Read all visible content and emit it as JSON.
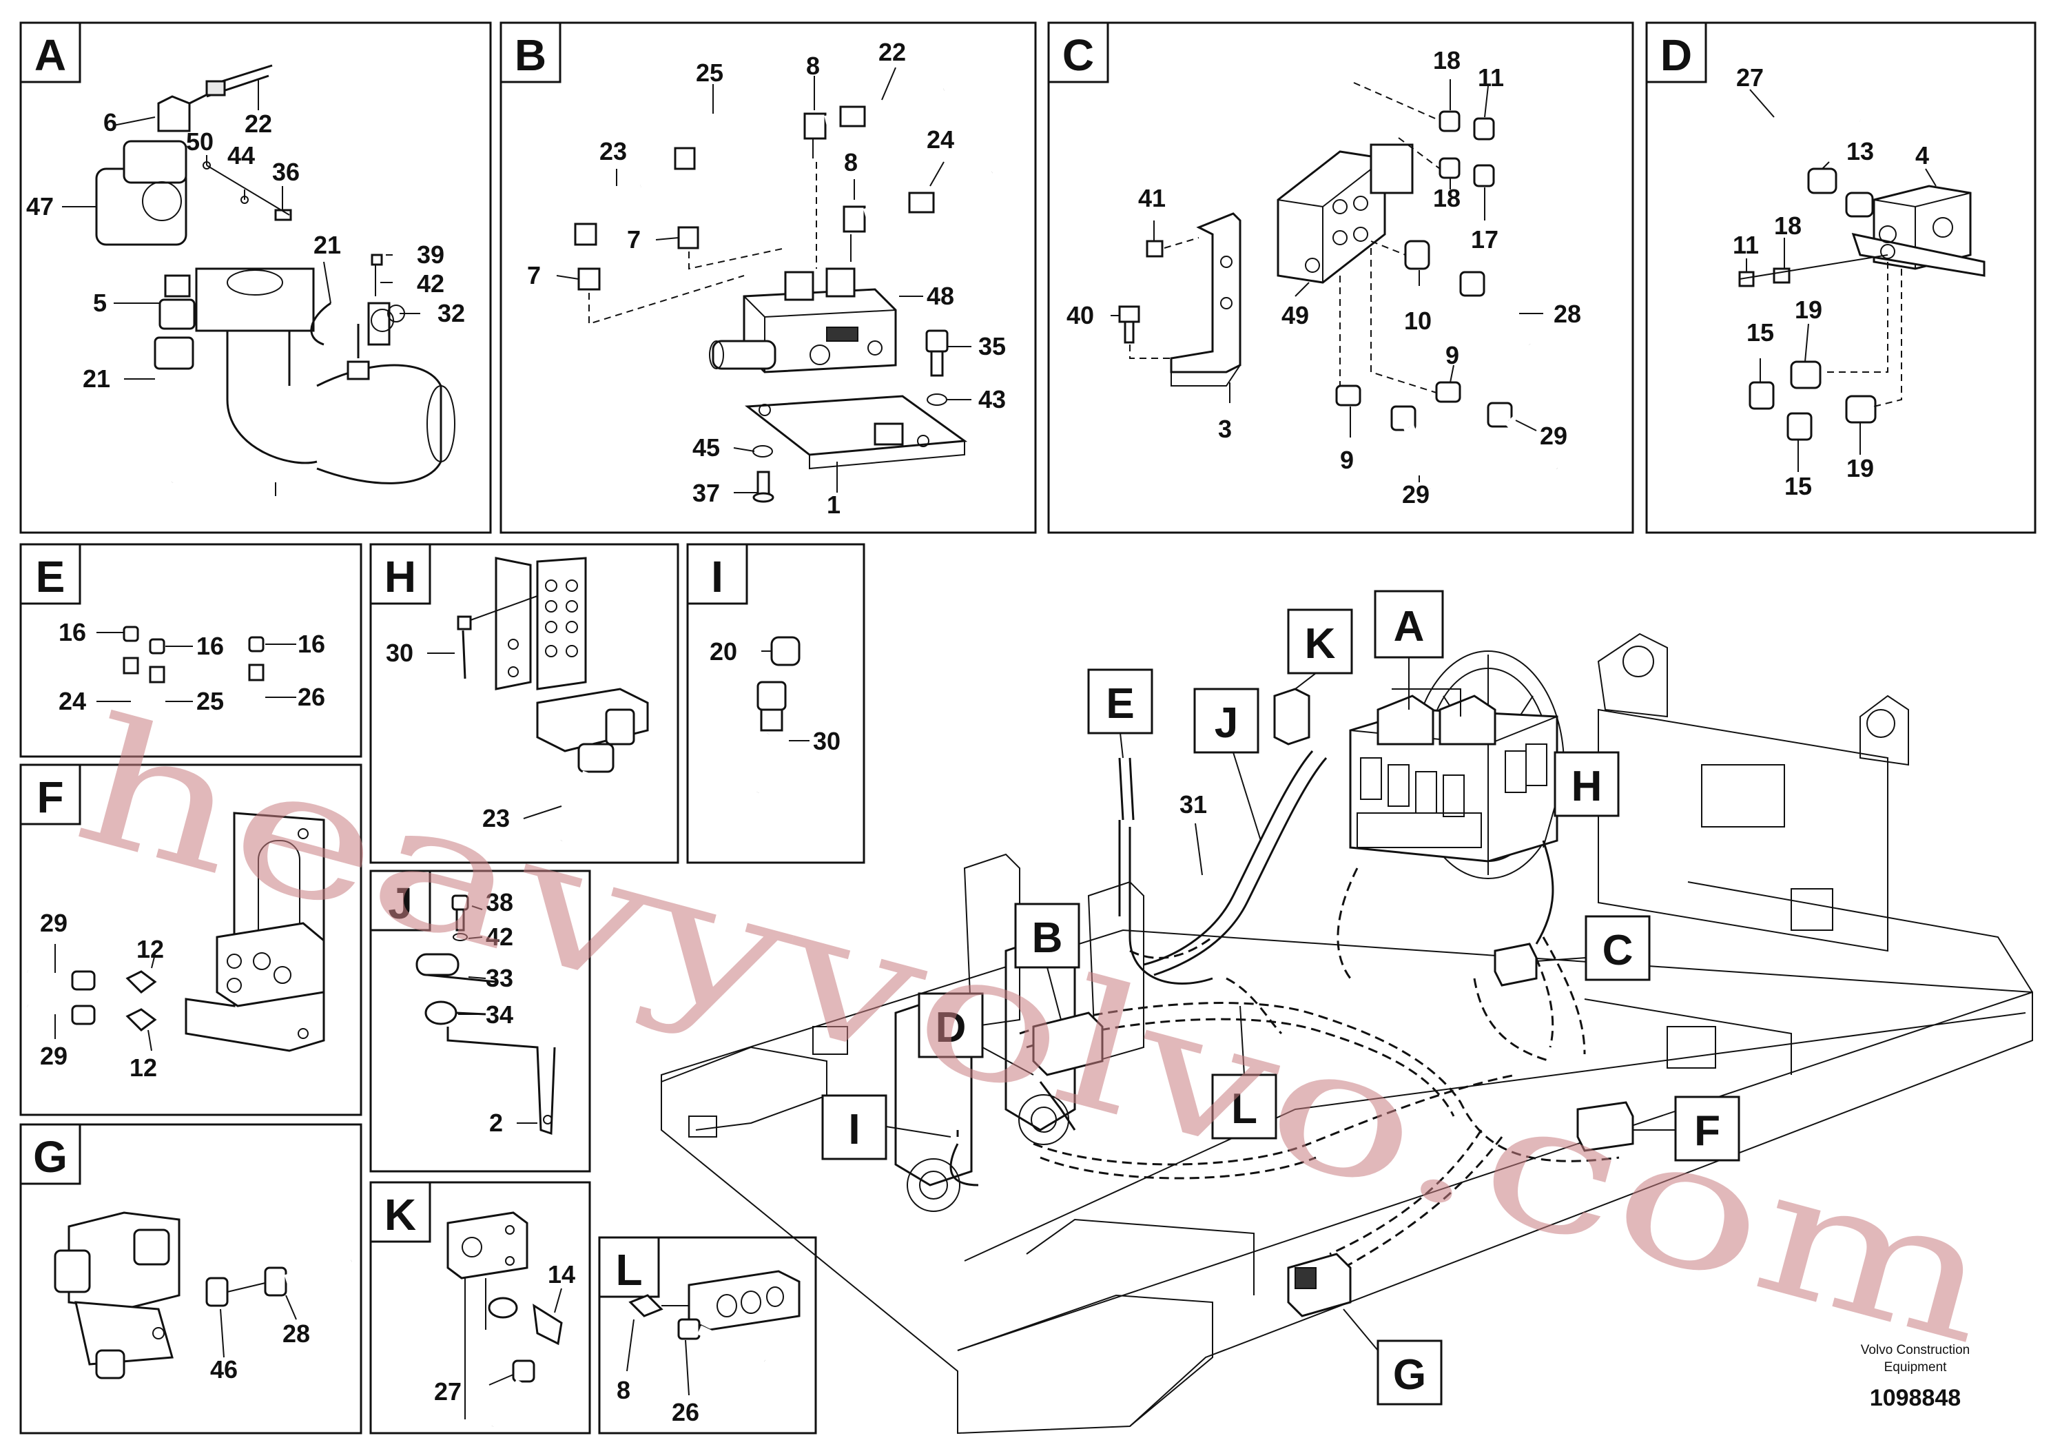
{
  "panels": {
    "A": {
      "letter": "A",
      "labels": [
        "6",
        "22",
        "50",
        "44",
        "36",
        "47",
        "21",
        "39",
        "42",
        "32",
        "5",
        "21"
      ]
    },
    "B": {
      "letter": "B",
      "labels": [
        "25",
        "8",
        "22",
        "23",
        "24",
        "8",
        "7",
        "7",
        "48",
        "35",
        "43",
        "45",
        "37",
        "1"
      ]
    },
    "C": {
      "letter": "C",
      "labels": [
        "18",
        "11",
        "41",
        "18",
        "17",
        "40",
        "49",
        "10",
        "28",
        "9",
        "3",
        "9",
        "29",
        "29"
      ]
    },
    "D": {
      "letter": "D",
      "labels": [
        "27",
        "4",
        "13",
        "11",
        "18",
        "19",
        "15",
        "19",
        "15"
      ]
    },
    "E": {
      "letter": "E",
      "labels": [
        "16",
        "16",
        "16",
        "24",
        "25",
        "26"
      ]
    },
    "F": {
      "letter": "F",
      "labels": [
        "29",
        "12",
        "29",
        "12"
      ]
    },
    "G": {
      "letter": "G",
      "labels": [
        "46",
        "28"
      ]
    },
    "H": {
      "letter": "H",
      "labels": [
        "30",
        "23"
      ]
    },
    "I": {
      "letter": "I",
      "labels": [
        "20",
        "30"
      ]
    },
    "J": {
      "letter": "J",
      "labels": [
        "38",
        "42",
        "33",
        "34",
        "2"
      ]
    },
    "K": {
      "letter": "K",
      "labels": [
        "14",
        "27"
      ]
    },
    "L": {
      "letter": "L",
      "labels": [
        "8",
        "26"
      ]
    }
  },
  "main_view": {
    "callouts": [
      "A",
      "K",
      "E",
      "J",
      "H",
      "B",
      "C",
      "D",
      "L",
      "I",
      "F",
      "G"
    ],
    "part_number_label": "31"
  },
  "watermark": "heavyvolvo.com",
  "credit": {
    "line1": "Volvo Construction",
    "line2": "Equipment"
  },
  "doc_number": "1098848"
}
